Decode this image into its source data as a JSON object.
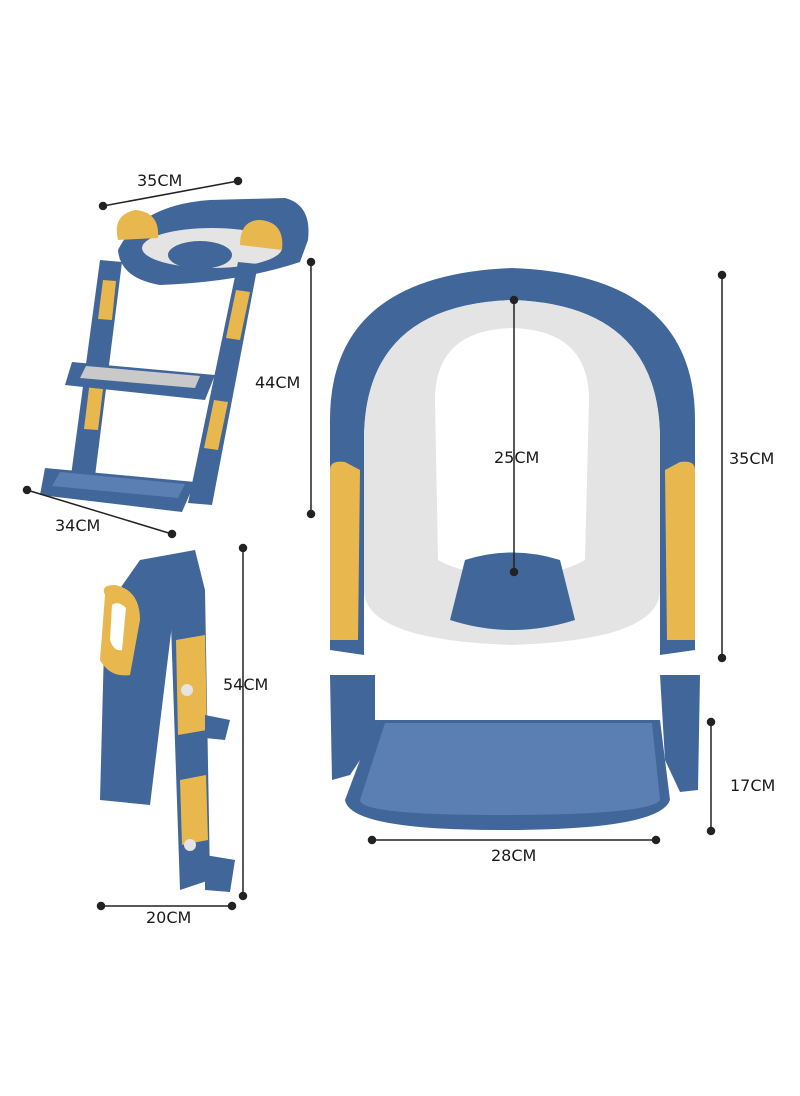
{
  "colors": {
    "blue": "#41669a",
    "blue_dark": "#2f4f7f",
    "blue_light": "#5b7fb3",
    "yellow": "#e8b84e",
    "yellow_dark": "#c9993a",
    "cushion": "#e4e4e4",
    "dim_line": "#222222"
  },
  "dimensions": {
    "ladder_top_width": "35CM",
    "ladder_height": "44CM",
    "ladder_base_width": "34CM",
    "side_height": "54CM",
    "side_depth": "20CM",
    "seat_opening": "25CM",
    "seat_height": "35CM",
    "step_height": "17CM",
    "step_width": "28CM"
  }
}
